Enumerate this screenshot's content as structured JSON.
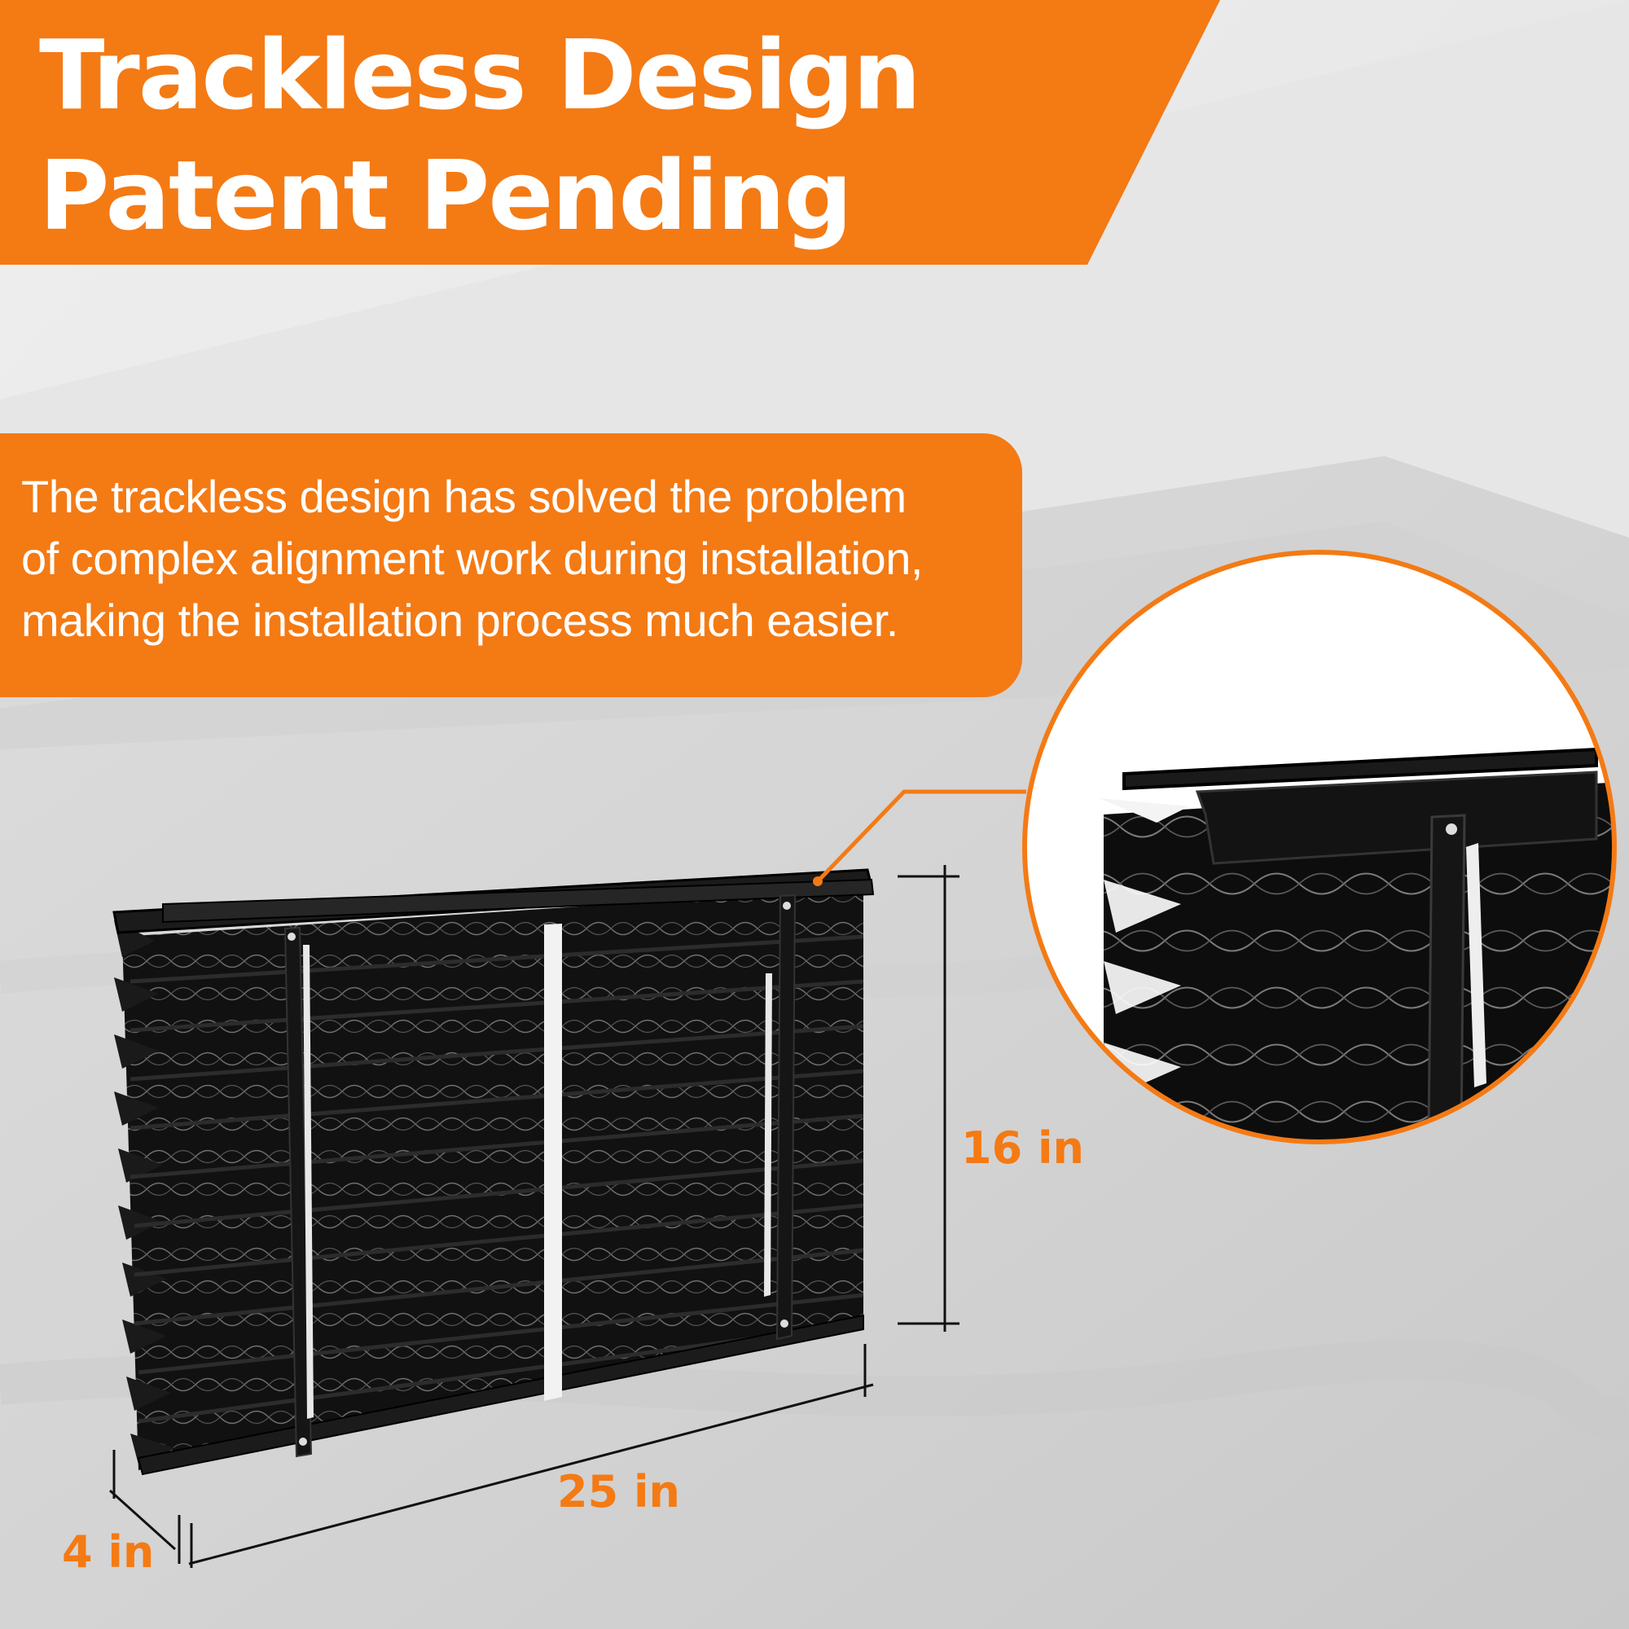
{
  "banner": {
    "title_line1": "Trackless Design",
    "title_line2": "Patent Pending"
  },
  "description": {
    "line1": "The trackless design has solved the problem",
    "line2": "of complex alignment work during installation,",
    "line3": "making the installation process much easier."
  },
  "dimensions": {
    "height": "16 in",
    "width": "25 in",
    "depth": "4 in"
  },
  "colors": {
    "accent": "#f47a14",
    "filter": "#0e0e0e",
    "background": "#d9d9d9"
  }
}
